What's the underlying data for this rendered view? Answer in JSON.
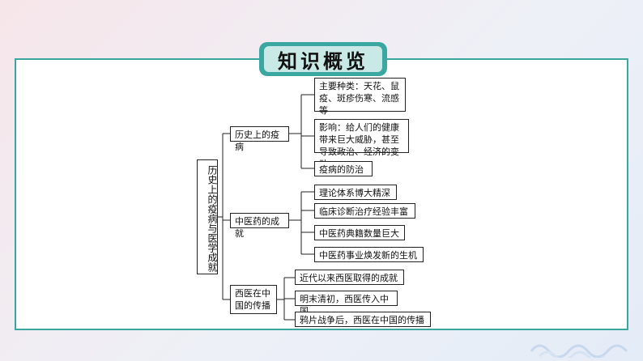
{
  "title": "知识概览",
  "root": "历史上的疫病与医学成就",
  "branches": [
    {
      "label": "历史上的疫病",
      "children": [
        "主要种类：天花、鼠疫、斑疹伤寒、流感等",
        "影响：给人们的健康带来巨大威胁，甚至导致政治、经济的变动",
        "疫病的防治"
      ]
    },
    {
      "label": "中医药的成就",
      "children": [
        "理论体系博大精深",
        "临床诊断治疗经验丰富",
        "中医药典籍数量巨大",
        "中医药事业焕发新的生机"
      ]
    },
    {
      "label": "西医在中国的传播",
      "children": [
        "近代以来西医取得的成就",
        "明末清初，西医传入中国",
        "鸦片战争后，西医在中国的传播"
      ]
    }
  ],
  "colors": {
    "accent": "#3aa7a0",
    "title_bg": "#c9e9e6"
  }
}
